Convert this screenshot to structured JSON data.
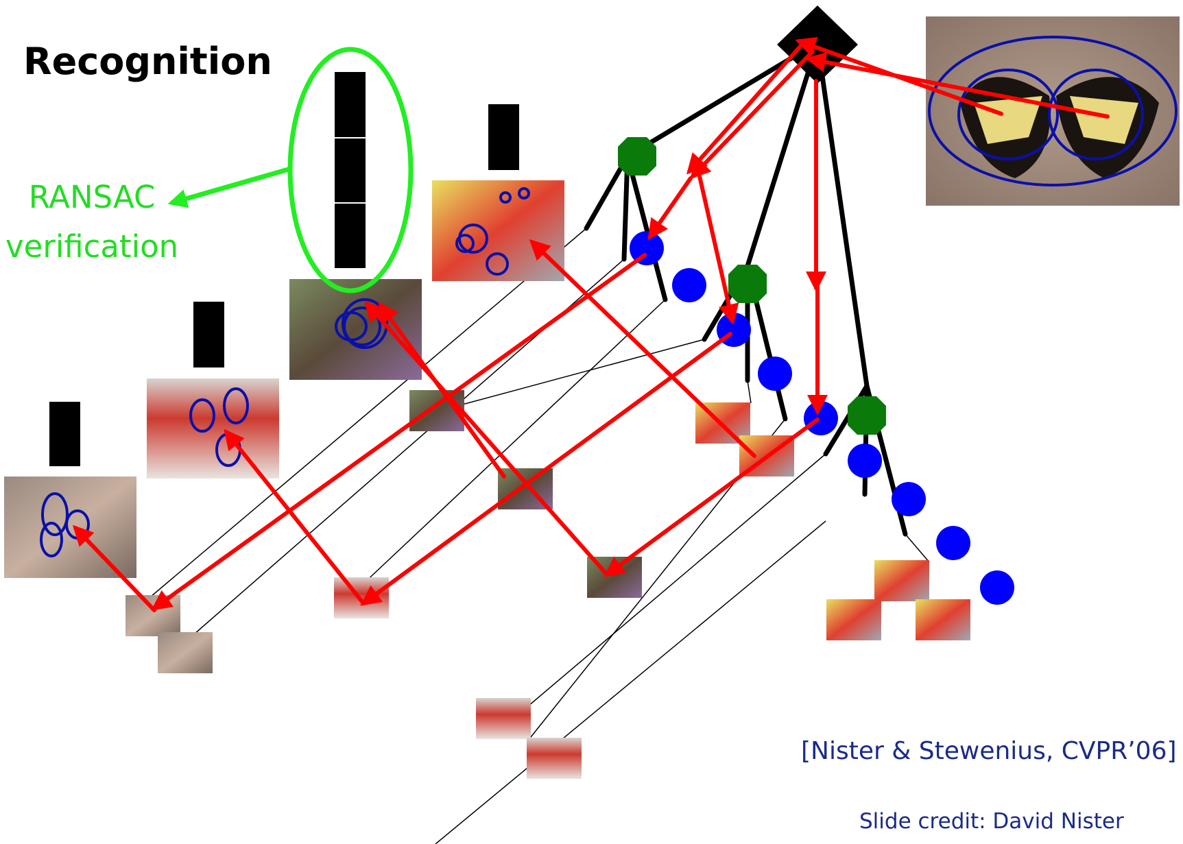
{
  "title": "Recognition",
  "ransac_label_line1": "RANSAC",
  "ransac_label_line2": "verification",
  "citation": "[Nister & Stewenius, CVPR’06]",
  "credit": "Slide credit: David Nister",
  "colors": {
    "red_arrows": "#ff0000",
    "tree_edges": "#000000",
    "internal_nodes": "#0a7a0a",
    "leaf_nodes": "#0000ff",
    "feature_ellipses": "#0a10a8",
    "ransac": "#22ee22",
    "score_bars": "#000000",
    "text_citation": "#1a2a8a"
  },
  "icons": [
    "root-node-diamond",
    "internal-node-octagon",
    "leaf-node-circle",
    "thumbnail-image"
  ]
}
